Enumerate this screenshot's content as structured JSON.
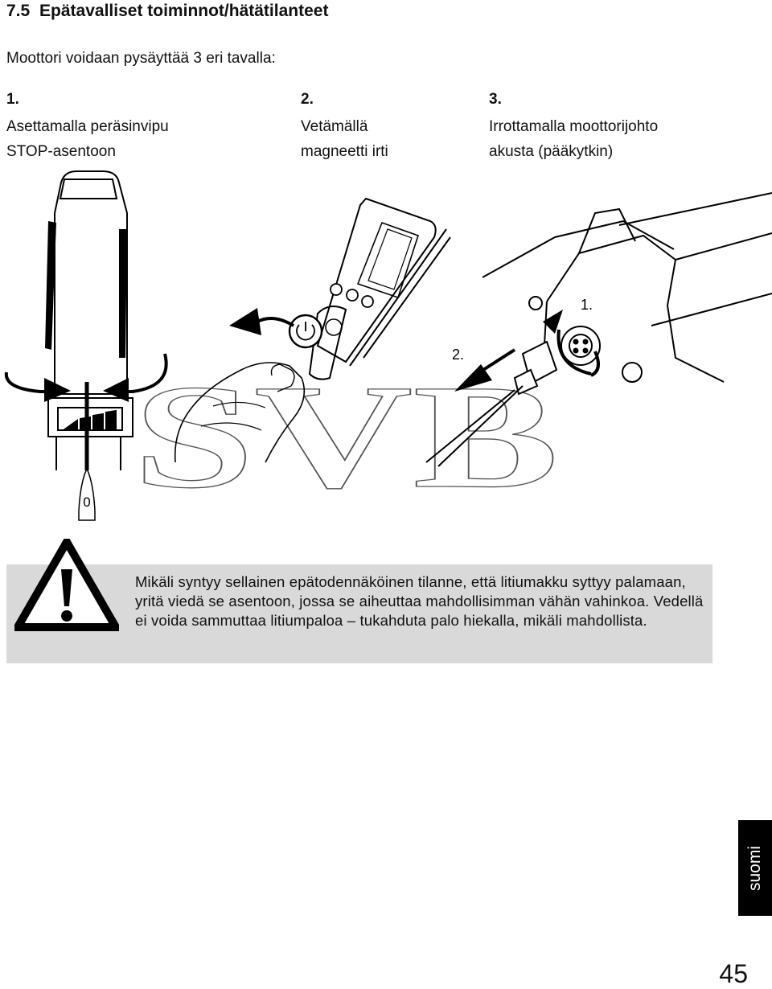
{
  "section": {
    "number": "7.5",
    "title": "Epätavalliset toiminnot/hätätilanteet"
  },
  "intro": "Moottori voidaan pysäyttää 3 eri tavalla:",
  "methods": [
    {
      "number": "1.",
      "line1": "Asettamalla peräsinvipu",
      "line2": "STOP-asentoon"
    },
    {
      "number": "2.",
      "line1": "Vetämällä",
      "line2": "magneetti irti"
    },
    {
      "number": "3.",
      "line1": "Irrottamalla moottorijohto",
      "line2": "akusta (pääkytkin)"
    }
  ],
  "illustration": {
    "tiller_position_label": "0",
    "step_labels": [
      "1.",
      "2."
    ],
    "watermark": "SVB"
  },
  "warning": {
    "text": "Mikäli syntyy sellainen epätodennäköinen tilanne, että litiumakku syttyy palamaan, yritä viedä se asentoon, jossa se aiheuttaa mahdollisimman vähän vahinkoa. Vedellä ei voida sammuttaa litiumpaloa – tukahduta palo hiekalla, mikäli mahdollista."
  },
  "language_tab": "suomi",
  "page_number": "45"
}
